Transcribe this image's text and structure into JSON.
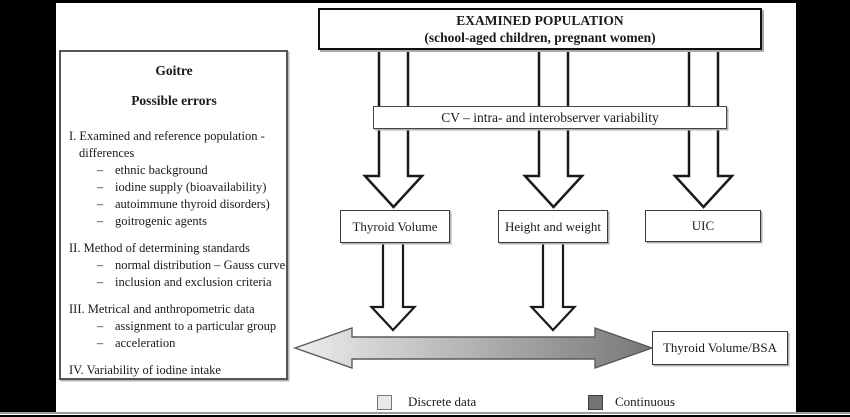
{
  "top_box": {
    "line1": "EXAMINED POPULATION",
    "line2": "(school-aged children, pregnant women)"
  },
  "cv_box": {
    "label": "CV – intra- and interobserver variability"
  },
  "left_panel": {
    "title": "Goitre",
    "subtitle": "Possible errors",
    "bullet": "–",
    "sections": [
      {
        "heading": "I. Examined and reference population -\ndifferences",
        "items": [
          "ethnic background",
          "iodine supply (bioavailability)",
          "autoimmune thyroid disorders)",
          "goitrogenic agents"
        ]
      },
      {
        "heading": "II. Method of determining standards",
        "items": [
          "normal distribution – Gauss curve",
          "inclusion and exclusion criteria"
        ]
      },
      {
        "heading": "III. Metrical and anthropometric data",
        "items": [
          "assignment to a particular group",
          "acceleration"
        ]
      },
      {
        "heading": "IV. Variability of iodine intake",
        "items": []
      }
    ]
  },
  "mid_boxes": [
    {
      "label": "Thyroid Volume"
    },
    {
      "label": "Height and weight"
    },
    {
      "label": "UIC"
    }
  ],
  "result_box": {
    "label": "Thyroid Volume/BSA"
  },
  "legend": {
    "items": [
      {
        "label": "Discrete data",
        "swatch": "light"
      },
      {
        "label": "Continuous",
        "swatch": "dark"
      }
    ]
  },
  "colors": {
    "swatch_light": "#e8e8e8",
    "swatch_dark": "#737373",
    "h_arrow_gradient_start": "#ededed",
    "h_arrow_gradient_end": "#777777"
  }
}
